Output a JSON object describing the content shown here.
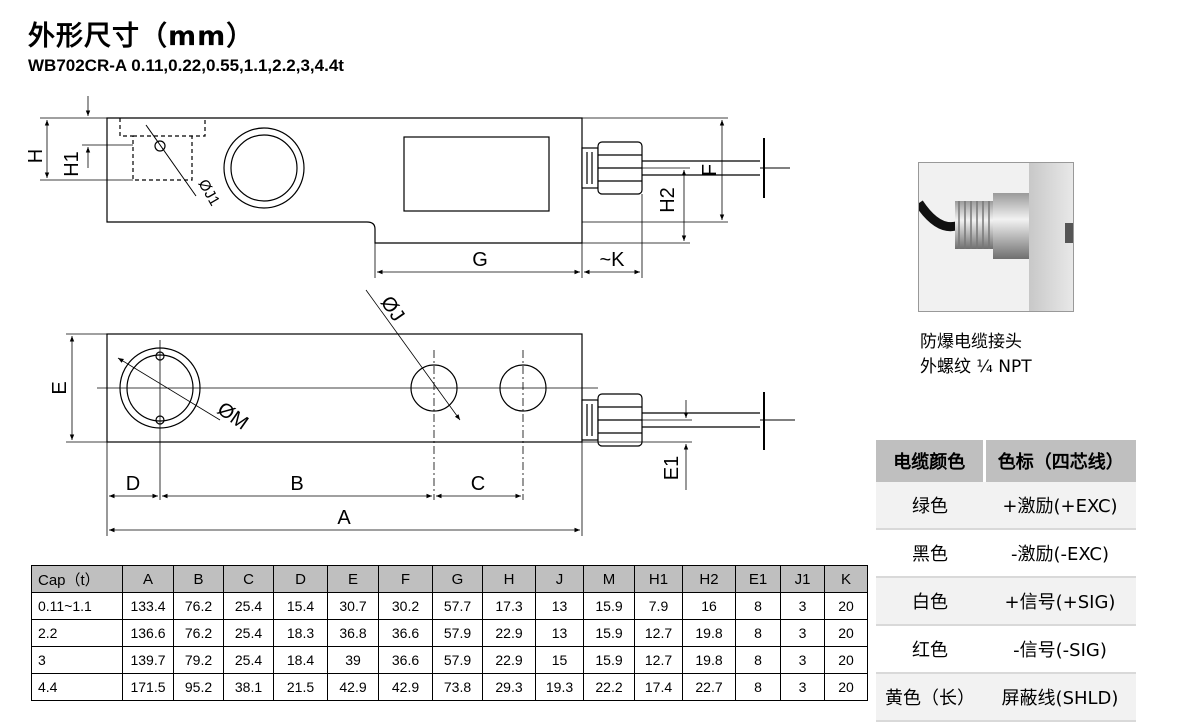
{
  "header": {
    "title": "外形尺寸（mm）",
    "subtitle": "WB702CR-A 0.11,0.22,0.55,1.1,2.2,3,4.4t"
  },
  "drawing_labels": {
    "H": "H",
    "H1": "H1",
    "J1": "ØJ1",
    "F": "F",
    "H2": "H2",
    "G": "G",
    "K": "~K",
    "J": "ØJ",
    "E": "E",
    "M": "ØM",
    "E1": "E1",
    "D": "D",
    "B": "B",
    "C": "C",
    "A": "A"
  },
  "photo_caption": {
    "line1": "防爆电缆接头",
    "line2": "外螺纹 ¼ NPT"
  },
  "dimensions_table": {
    "headers": [
      "Cap（t）",
      "A",
      "B",
      "C",
      "D",
      "E",
      "F",
      "G",
      "H",
      "J",
      "M",
      "H1",
      "H2",
      "E1",
      "J1",
      "K"
    ],
    "rows": [
      [
        "0.11~1.1",
        "133.4",
        "76.2",
        "25.4",
        "15.4",
        "30.7",
        "30.2",
        "57.7",
        "17.3",
        "13",
        "15.9",
        "7.9",
        "16",
        "8",
        "3",
        "20"
      ],
      [
        "2.2",
        "136.6",
        "76.2",
        "25.4",
        "18.3",
        "36.8",
        "36.6",
        "57.9",
        "22.9",
        "13",
        "15.9",
        "12.7",
        "19.8",
        "8",
        "3",
        "20"
      ],
      [
        "3",
        "139.7",
        "79.2",
        "25.4",
        "18.4",
        "39",
        "36.6",
        "57.9",
        "22.9",
        "15",
        "15.9",
        "12.7",
        "19.8",
        "8",
        "3",
        "20"
      ],
      [
        "4.4",
        "171.5",
        "95.2",
        "38.1",
        "21.5",
        "42.9",
        "42.9",
        "73.8",
        "29.3",
        "19.3",
        "22.2",
        "17.4",
        "22.7",
        "8",
        "3",
        "20"
      ]
    ]
  },
  "wire_table": {
    "headers": [
      "电缆颜色",
      "色标（四芯线）"
    ],
    "rows": [
      [
        "绿色",
        "+激励(+EXC)"
      ],
      [
        "黑色",
        "-激励(-EXC)"
      ],
      [
        "白色",
        "+信号(+SIG)"
      ],
      [
        "红色",
        "-信号(-SIG)"
      ],
      [
        "黄色（长）",
        "屏蔽线(SHLD)"
      ]
    ]
  }
}
